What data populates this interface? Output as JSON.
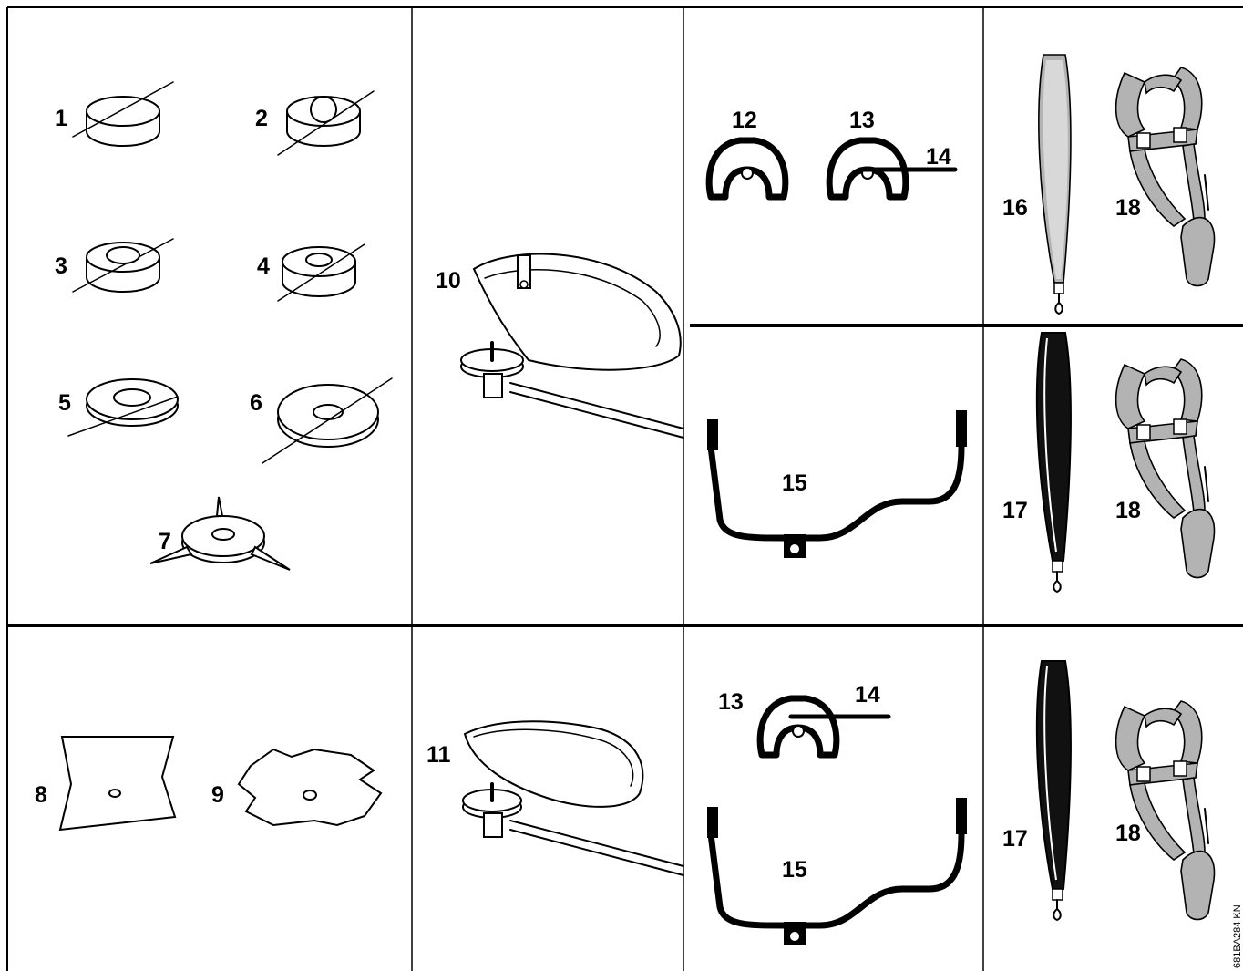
{
  "labels": {
    "l1": "1",
    "l2": "2",
    "l3": "3",
    "l4": "4",
    "l5": "5",
    "l6": "6",
    "l7": "7",
    "l8": "8",
    "l9": "9",
    "l10": "10",
    "l11": "11",
    "l12": "12",
    "l13a": "13",
    "l14a": "14",
    "l15a": "15",
    "l13b": "13",
    "l14b": "14",
    "l15b": "15",
    "l16": "16",
    "l17a": "17",
    "l17b": "17",
    "l18a": "18",
    "l18b": "18",
    "l18c": "18"
  },
  "code": "681BA284 KN"
}
